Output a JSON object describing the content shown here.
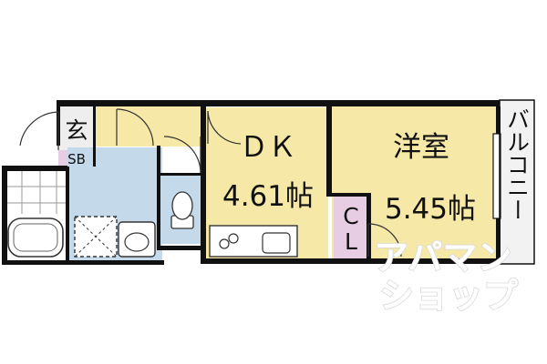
{
  "rooms": {
    "entrance": "玄",
    "shoe_box": "SB",
    "dk_name": "ＤＫ",
    "dk_size": "4.61帖",
    "western_name": "洋室",
    "western_size": "5.45帖",
    "closet_c": "C",
    "closet_l": "L",
    "balcony": "バルコニー"
  },
  "watermark": {
    "line1": "アパマン",
    "line2": "ショップ"
  },
  "colors": {
    "wood_floor": "#f6e8a6",
    "wet_area": "#c4daeb",
    "closet": "#e6cde4",
    "balcony": "#f2f2f2",
    "wall": "#111111"
  }
}
